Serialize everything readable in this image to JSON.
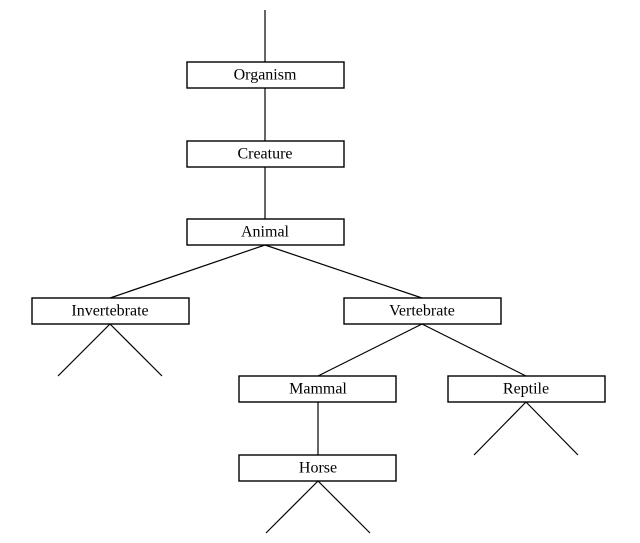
{
  "nodes": {
    "organism": "Organism",
    "creature": "Creature",
    "animal": "Animal",
    "invertebrate": "Invertebrate",
    "vertebrate": "Vertebrate",
    "mammal": "Mammal",
    "reptile": "Reptile",
    "horse": "Horse"
  },
  "edges": [
    [
      "organism",
      "creature"
    ],
    [
      "creature",
      "animal"
    ],
    [
      "animal",
      "invertebrate"
    ],
    [
      "animal",
      "vertebrate"
    ],
    [
      "vertebrate",
      "mammal"
    ],
    [
      "vertebrate",
      "reptile"
    ],
    [
      "mammal",
      "horse"
    ]
  ]
}
